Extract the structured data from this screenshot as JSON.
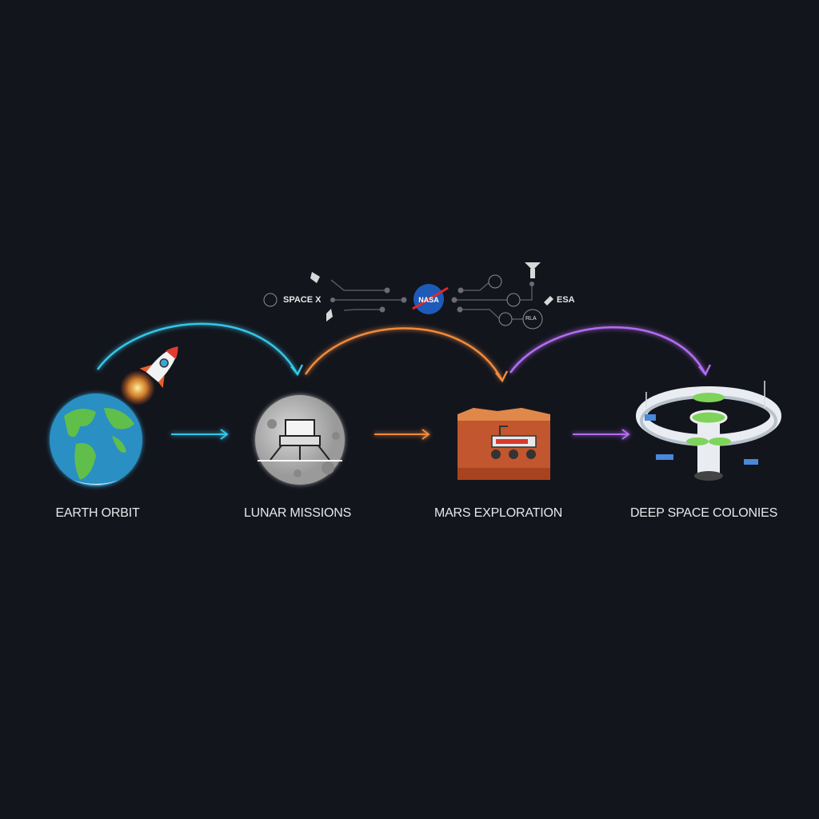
{
  "stages": [
    {
      "label": "EARTH ORBIT",
      "icon": "earth-icon",
      "color": "#35c6e8"
    },
    {
      "label": "LUNAR MISSIONS",
      "icon": "moon-lander-icon",
      "color": "#f08a3c"
    },
    {
      "label": "MARS EXPLORATION",
      "icon": "mars-rover-icon",
      "color": "#b36cf0"
    },
    {
      "label": "DEEP SPACE COLONIES",
      "icon": "space-station-icon"
    }
  ],
  "agencies": {
    "left": "SPACE X",
    "center": "NASA",
    "right": "ESA",
    "badge": "RLA"
  }
}
